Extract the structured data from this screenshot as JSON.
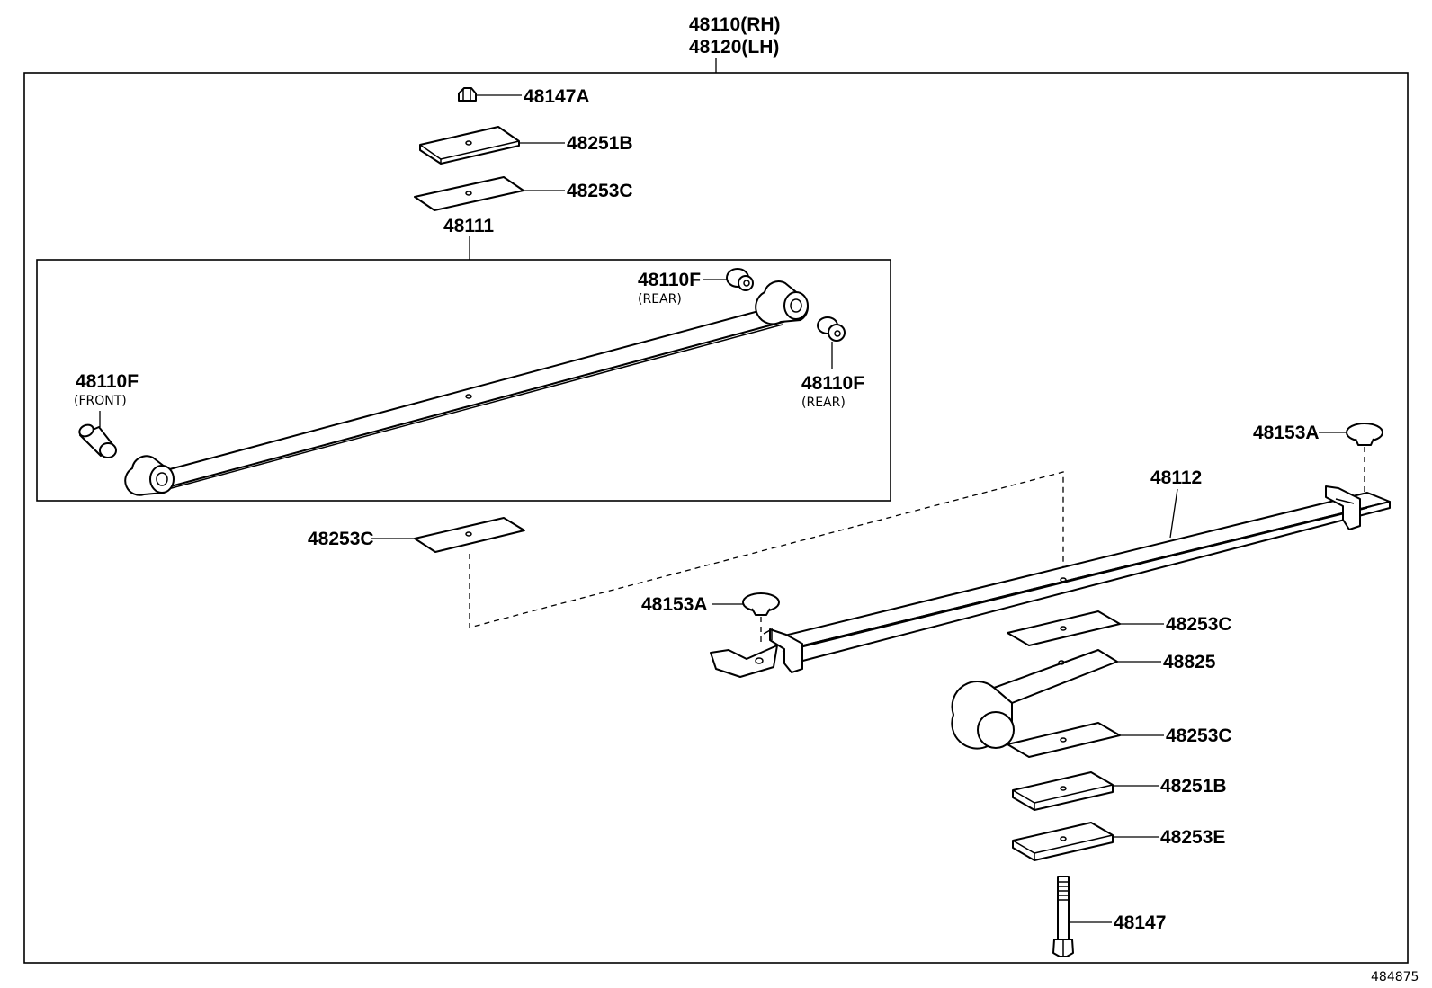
{
  "diagram": {
    "assembly_rh": "48110(RH)",
    "assembly_lh": "48120(LH)",
    "sub_assembly": "48111",
    "figure_number": "484875",
    "callouts": {
      "nut": "48147A",
      "upper_seat": "48251B",
      "upper_insulator": "48253C",
      "bushing_rear_top": "48110F",
      "bushing_rear_top_note": "(REAR)",
      "bushing_rear_right": "48110F",
      "bushing_rear_right_note": "(REAR)",
      "bushing_front": "48110F",
      "bushing_front_note": "(FRONT)",
      "between_insulator": "48253C",
      "clip_bumper_right": "48153A",
      "second_leaf": "48112",
      "clip_bumper_left": "48153A",
      "lower_insulator_1": "48253C",
      "helper_leaf": "48825",
      "lower_insulator_2": "48253C",
      "lower_seat": "48251B",
      "lower_seat_e": "48253E",
      "center_bolt": "48147"
    }
  }
}
